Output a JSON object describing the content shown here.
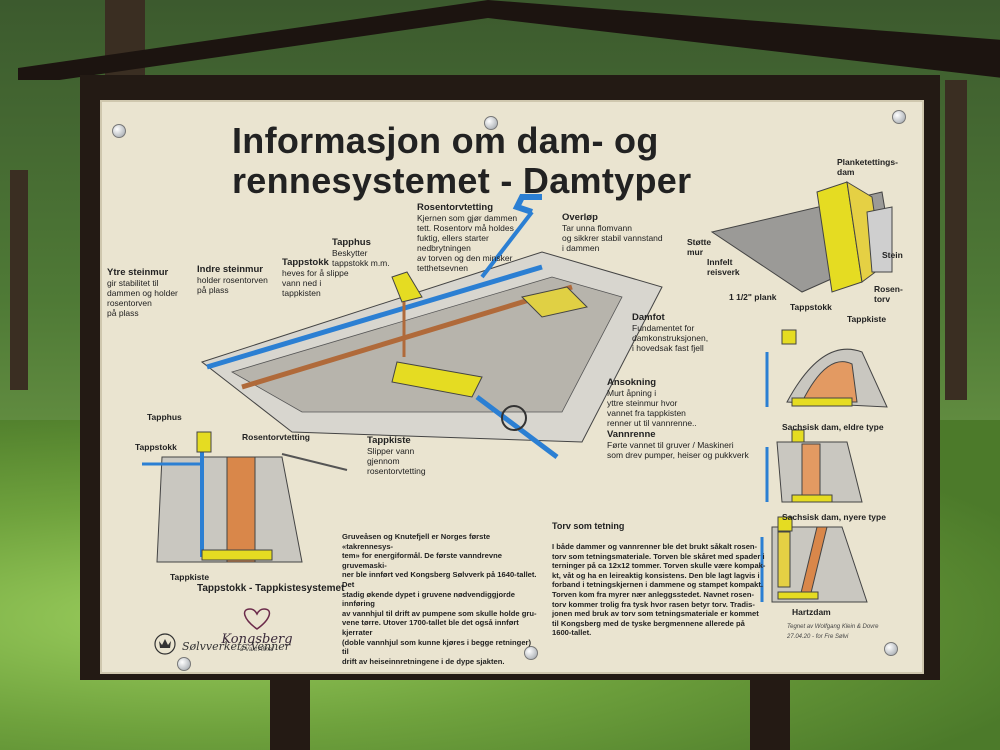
{
  "sign": {
    "title_line1": "Informasjon om dam- og",
    "title_line2": "rennesystemet - Damtyper"
  },
  "main_diagram": {
    "ytre_steinmur": {
      "title": "Ytre steinmur",
      "text": "gir stabilitet til\ndammen og holder\nrosentorven\npå plass"
    },
    "indre_steinmur": {
      "title": "Indre steinmur",
      "text": "holder rosentorven\npå plass"
    },
    "tappstokk": {
      "title": "Tappstokk",
      "text": "heves for å slippe\nvann ned i\ntappkisten"
    },
    "tapphus": {
      "title": "Tapphus",
      "text": "Beskytter\ntappstokk m.m."
    },
    "rosentorvtetting": {
      "title": "Rosentorvtetting",
      "text": "Kjernen som gjør dammen\ntett. Rosentorv må holdes\nfuktig, ellers starter\nnedbrytningen\nav torven og den minsker\ntetthetsevnen"
    },
    "overlop": {
      "title": "Overløp",
      "text": "Tar unna flomvann\nog sikkrer stabil vannstand\ni dammen"
    },
    "damfot": {
      "title": "Damfot",
      "text": "Fundamentet for\ndamkonstruksjonen,\ni hovedsak fast fjell"
    },
    "ansokning": {
      "title": "Ansokning",
      "text": "Murt åpning i\nyttre steinmur hvor\nvannet fra tappkisten\nrenner ut til vannrenne.."
    },
    "vannrenne": {
      "title": "Vannrenne",
      "text": "Førte vannet til gruver / Maskineri\nsom drev pumper, heiser og pukkverk"
    },
    "tappkiste": {
      "title": "Tappkiste",
      "text": "Slipper vann\ngjennom\nrosentorvtetting"
    }
  },
  "planke": {
    "title": "Planketettings-\ndam",
    "stotte_mur": "Støtte\nmur",
    "innfelt_reisverk": "Innfelt\nreisverk",
    "stein": "Stein",
    "plank": "1 1/2\" plank",
    "rosentorv": "Rosen-\ntorv",
    "tappstokk": "Tappstokk",
    "tappkiste": "Tappkiste"
  },
  "small_types": {
    "eldre": "Sachsisk dam, eldre type",
    "nyere": "Sachsisk dam, nyere type",
    "hartz": "Hartzdam"
  },
  "left_section": {
    "tapphus": "Tapphus",
    "tappstokk": "Tappstokk",
    "rosentorvtetting": "Rosentorvtetting",
    "tappkiste": "Tappkiste",
    "caption": "Tappstokk - Tappkistesystemet"
  },
  "paragraphs": {
    "p1": "Gruveåsen og Knutefjell er Norges første «takrennesys-\ntem» for energiformål. De første vanndrevne gruvemaski-\nner ble innført ved Kongsberg Sølvverk på 1640-tallet. Det\nstadig økende dypet i gruvene nødvendiggjorde innføring\nav vannhjul til drift av pumpene som skulle holde gru-\nvene tørre. Utover 1700-tallet ble det også innført kjerrater\n(doble vannhjul som kunne kjøres i begge retninger) til\ndrift av heiseinnretningene i de dype sjakten.",
    "p2_title": "Torv som tetning",
    "p2": "I både dammer og vannrenner ble det brukt såkalt rosen-\ntorv som tetningsmateriale. Torven ble skåret med spader i\nterninger på ca 12x12 tommer. Torven skulle være kompak-\nkt, våt og ha en leireaktig konsistens. Den ble lagt lagvis i\nforband i tetningskjernen i dammene og stampet kompakt.\nTorven kom fra myrer nær anleggsstedet. Navnet rosen-\ntorv kommer trolig fra tysk hvor rasen betyr torv. Tradis-\njonen med bruk av torv som tetningsmateriale er kommet\ntil Kongsberg med de tyske bergmennene allerede på\n1600-tallet."
  },
  "logos": {
    "kongsberg": "Kongsberg",
    "kongsberg_sub": "- 2 Vakt Afinaf -",
    "selvverkets": "Sølvverkets Venner"
  },
  "signature": "Tegnet av Wolfgang Klein & Dovre\n27.04.20 - for Fre Sølvi"
}
